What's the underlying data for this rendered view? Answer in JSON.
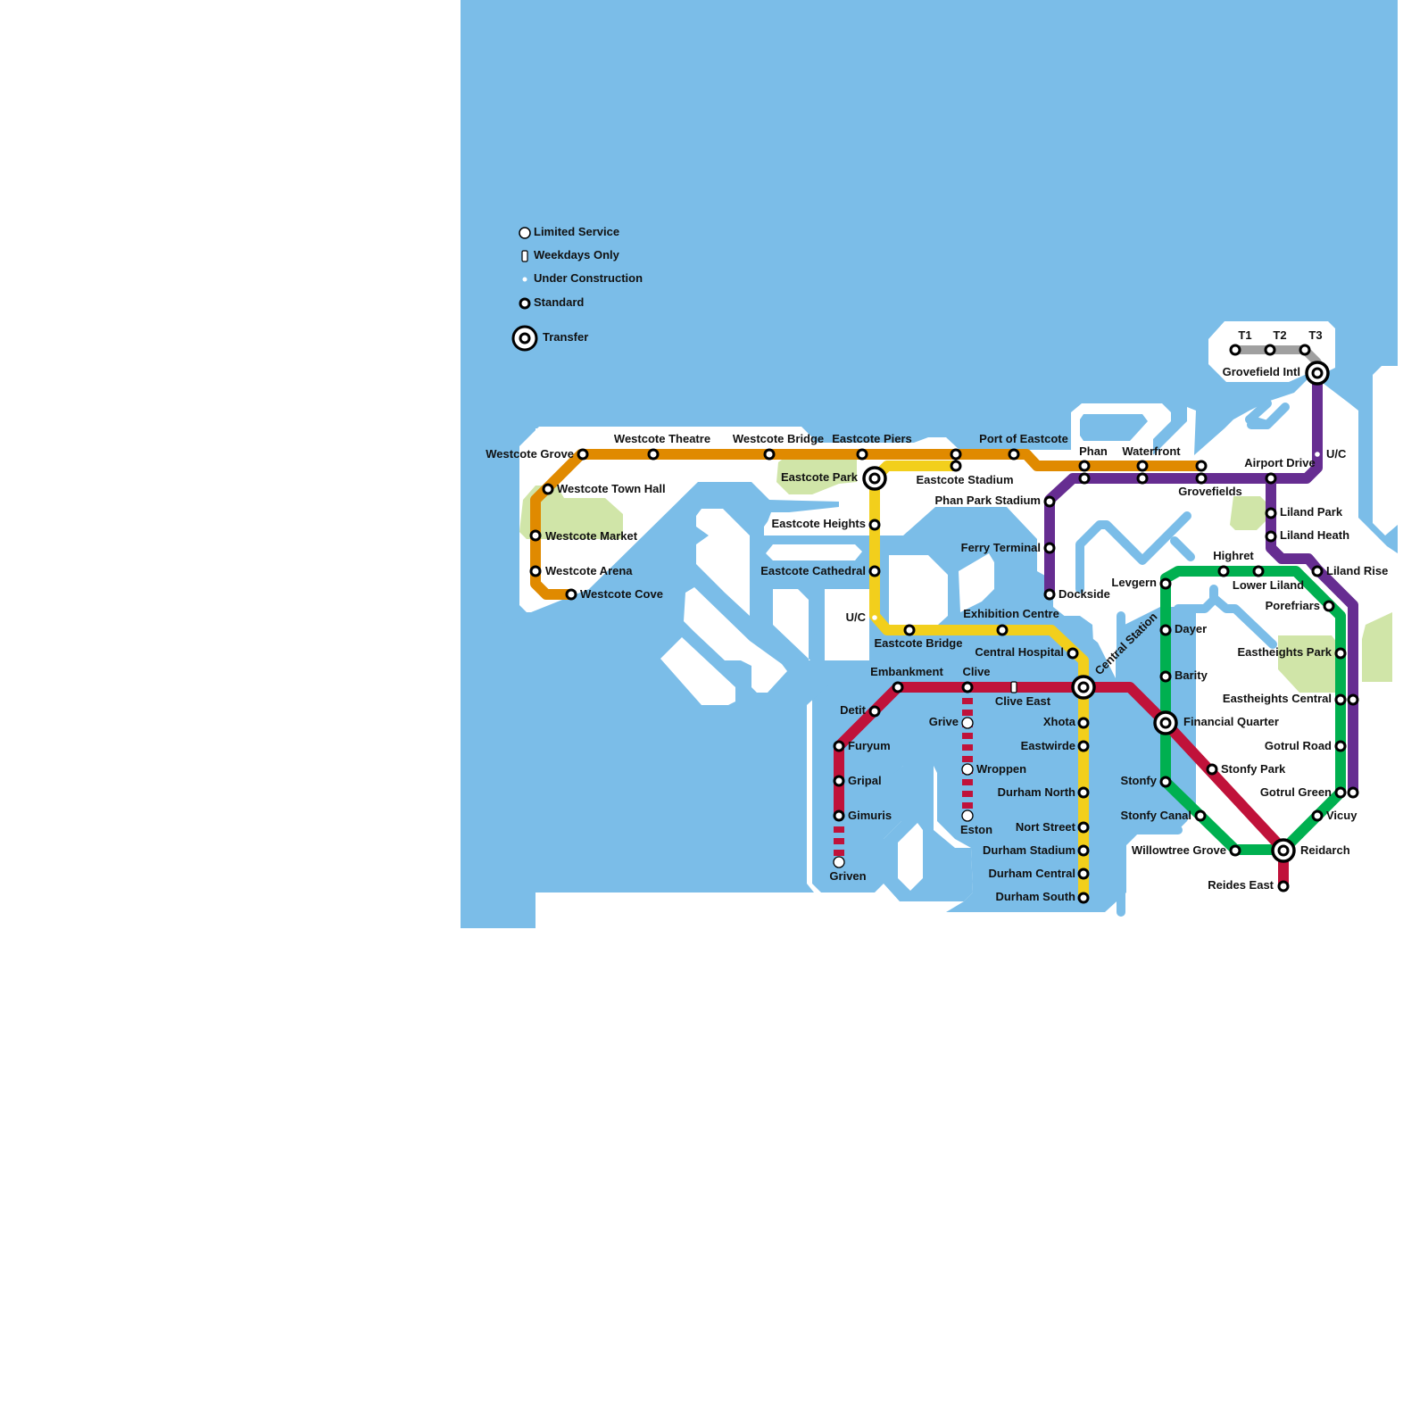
{
  "map": {
    "colors": {
      "water": "#7bbde8",
      "land": "#ffffff",
      "park": "#d0e5a8",
      "station_stroke": "#000000",
      "station_fill": "#ffffff"
    },
    "legend": [
      {
        "type": "limited",
        "label": "Limited Service"
      },
      {
        "type": "weekdays",
        "label": "Weekdays Only"
      },
      {
        "type": "uc",
        "label": "Under Construction"
      },
      {
        "type": "standard",
        "label": "Standard"
      },
      {
        "type": "transfer",
        "label": "Transfer"
      }
    ],
    "lines": [
      {
        "name": "Orange Line",
        "color": "#e08a00",
        "stations": [
          "Westcote Cove",
          "Westcote Arena",
          "Westcote Market",
          "Westcote Town Hall",
          "Westcote Grove",
          "Westcote Theatre",
          "Westcote Bridge",
          "Eastcote Piers",
          "Port of Eastcote",
          "Phan",
          "Waterfront",
          "Grovefields"
        ]
      },
      {
        "name": "Yellow Line",
        "color": "#f2cf1c",
        "stations": [
          "Eastcote Stadium",
          "Eastcote Park",
          "Eastcote Heights",
          "Eastcote Cathedral",
          "U/C",
          "Eastcote Bridge",
          "Exhibition Centre",
          "Central Hospital",
          "Central Station",
          "Xhota",
          "Eastwirde",
          "Durham North",
          "Nort Street",
          "Durham Stadium",
          "Durham Central",
          "Durham South"
        ]
      },
      {
        "name": "Red Line",
        "color": "#c0123a",
        "stations": [
          "Griven",
          "Gimuris",
          "Gripal",
          "Furyum",
          "Detit",
          "Embankment",
          "Clive",
          "Clive East",
          "Central Station",
          "Financial Quarter",
          "Stonfy Park",
          "Reidarch",
          "Reides East"
        ],
        "branch": [
          "Clive",
          "Grive",
          "Wroppen",
          "Eston"
        ]
      },
      {
        "name": "Purple Line",
        "color": "#662d91",
        "stations": [
          "Dockside",
          "Ferry Terminal",
          "Phan Park Stadium",
          "Phan",
          "Waterfront",
          "Grovefields",
          "Airport Drive",
          "U/C",
          "Grovefield Intl"
        ],
        "branch": [
          "Airport Drive",
          "Liland Park",
          "Liland Heath",
          "Liland Rise",
          "Eastheights Central",
          "Gotrul Green"
        ]
      },
      {
        "name": "Green Line",
        "color": "#00b050",
        "stations": [
          "Levgern",
          "Highret",
          "Lower Liland",
          "Porefriars",
          "Eastheights Park",
          "Eastheights Central",
          "Gotrul Road",
          "Gotrul Green",
          "Vicuy",
          "Reidarch",
          "Willowtree Grove",
          "Stonfy Canal",
          "Stonfy",
          "Financial Quarter",
          "Barity",
          "Dayer",
          "Levgern"
        ]
      },
      {
        "name": "Airport Shuttle",
        "color": "#a0a0a0",
        "stations": [
          "T1",
          "T2",
          "T3",
          "Grovefield Intl"
        ]
      }
    ],
    "labels": {
      "legend_limited": "Limited Service",
      "legend_weekdays": "Weekdays Only",
      "legend_uc": "Under Construction",
      "legend_standard": "Standard",
      "legend_transfer": "Transfer",
      "westcote_grove": "Westcote Grove",
      "westcote_theatre": "Westcote Theatre",
      "westcote_bridge": "Westcote Bridge",
      "eastcote_piers": "Eastcote Piers",
      "port_of_eastcote": "Port of Eastcote",
      "westcote_town_hall": "Westcote Town Hall",
      "westcote_market": "Westcote Market",
      "westcote_arena": "Westcote Arena",
      "westcote_cove": "Westcote Cove",
      "eastcote_park": "Eastcote Park",
      "eastcote_stadium": "Eastcote Stadium",
      "eastcote_heights": "Eastcote Heights",
      "eastcote_cathedral": "Eastcote Cathedral",
      "uc_yellow": "U/C",
      "eastcote_bridge": "Eastcote Bridge",
      "exhibition_centre": "Exhibition Centre",
      "central_hospital": "Central Hospital",
      "central_station": "Central Station",
      "phan_park_stadium": "Phan Park Stadium",
      "ferry_terminal": "Ferry Terminal",
      "dockside": "Dockside",
      "phan": "Phan",
      "waterfront": "Waterfront",
      "grovefields": "Grovefields",
      "airport_drive": "Airport Drive",
      "uc_purple": "U/C",
      "grovefield_intl": "Grovefield Intl",
      "t1": "T1",
      "t2": "T2",
      "t3": "T3",
      "liland_park": "Liland Park",
      "liland_heath": "Liland Heath",
      "liland_rise": "Liland Rise",
      "highret": "Highret",
      "lower_liland": "Lower Liland",
      "levgern": "Levgern",
      "porefriars": "Porefriars",
      "dayer": "Dayer",
      "barity": "Barity",
      "eastheights_park": "Eastheights Park",
      "eastheights_central": "Eastheights Central",
      "financial_quarter": "Financial Quarter",
      "gotrul_road": "Gotrul Road",
      "stonfy_park": "Stonfy Park",
      "stonfy": "Stonfy",
      "gotrul_green": "Gotrul Green",
      "stonfy_canal": "Stonfy Canal",
      "vicuy": "Vicuy",
      "willowtree_grove": "Willowtree Grove",
      "reidarch": "Reidarch",
      "reides_east": "Reides East",
      "embankment": "Embankment",
      "clive": "Clive",
      "clive_east": "Clive East",
      "detit": "Detit",
      "grive": "Grive",
      "furyum": "Furyum",
      "wroppen": "Wroppen",
      "gripal": "Gripal",
      "gimuris": "Gimuris",
      "eston": "Eston",
      "griven": "Griven",
      "xhota": "Xhota",
      "eastwirde": "Eastwirde",
      "durham_north": "Durham North",
      "nort_street": "Nort Street",
      "durham_stadium": "Durham Stadium",
      "durham_central": "Durham Central",
      "durham_south": "Durham South"
    }
  }
}
